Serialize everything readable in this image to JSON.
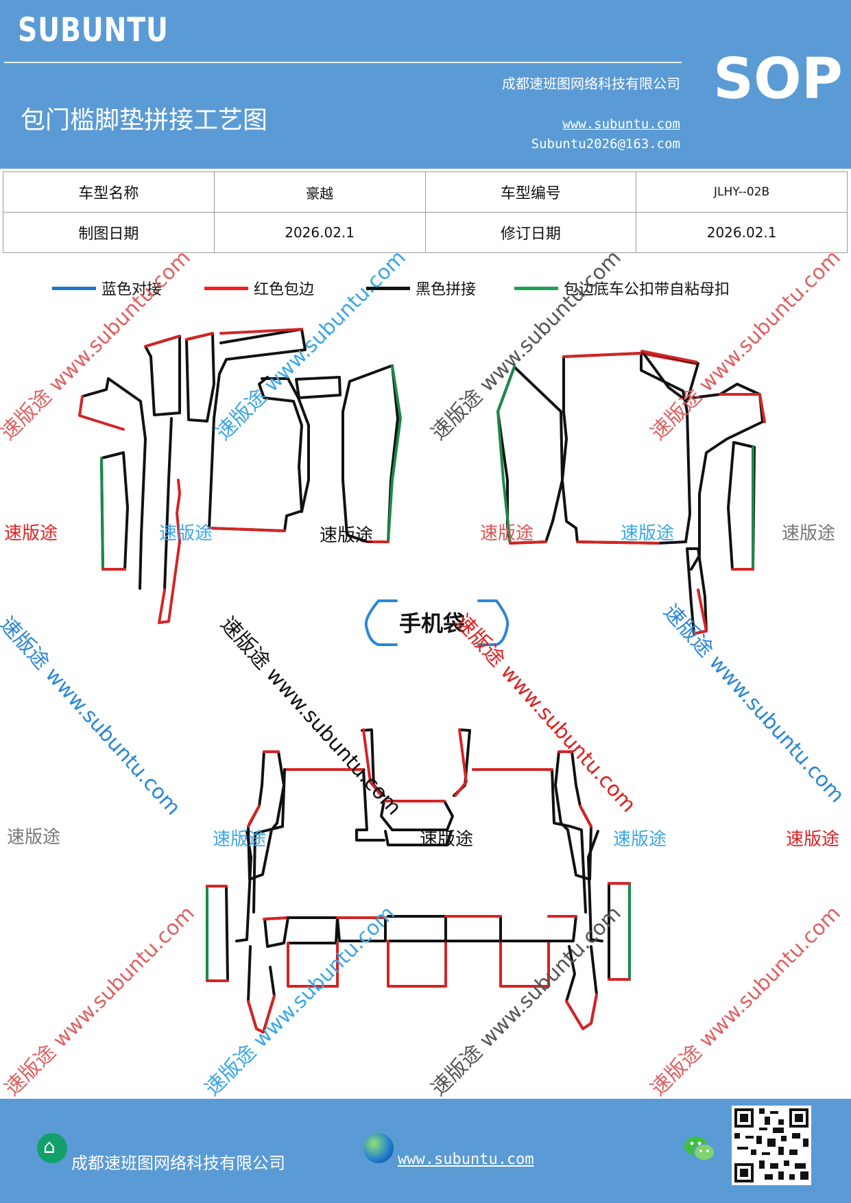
{
  "header": {
    "brand": "SUBUNTU",
    "title": "包门槛脚垫拼接工艺图",
    "company": "成都速班图网络科技有限公司",
    "website": "www.subuntu.com",
    "email": "Subuntu2026@163.com",
    "sop": "SOP"
  },
  "info": {
    "model_name_label": "车型名称",
    "model_name": "豪越",
    "model_code_label": "车型编号",
    "model_code": "JLHY--02B",
    "draw_date_label": "制图日期",
    "draw_date": "2026.02.1",
    "revise_date_label": "修订日期",
    "revise_date": "2026.02.1"
  },
  "legend": [
    {
      "label": "蓝色对接",
      "color": "#1f77c9"
    },
    {
      "label": "红色包边",
      "color": "#ff1a1a"
    },
    {
      "label": "黑色拼接",
      "color": "#111111"
    },
    {
      "label": "包边底车公扣带自粘母扣",
      "color": "#18a350"
    }
  ],
  "diagram": {
    "pocket_label": "手机袋",
    "watermark_word": "速版途",
    "watermark_url": "速版途 www.subuntu.com"
  },
  "footer": {
    "company": "成都速班图网络科技有限公司",
    "website": "www.subuntu.com"
  },
  "colors": {
    "header_bg": "#5b9bd5",
    "edge_red": "#d42424",
    "edge_green": "#1a8a4a",
    "edge_blue": "#2a86d8",
    "edge_black": "#111111"
  }
}
